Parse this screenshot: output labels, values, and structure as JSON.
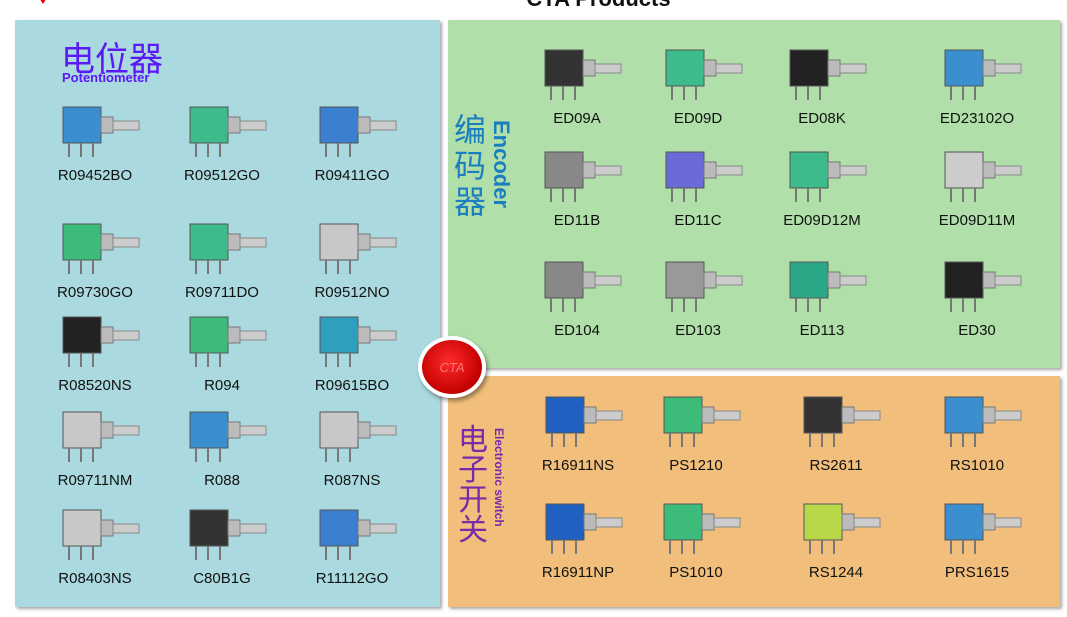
{
  "header": {
    "title": "CTA Products"
  },
  "logo": {
    "text": "CTA"
  },
  "potentiometer": {
    "title_cn": "电位器",
    "title_en": "Potentiometer",
    "color": "#5a19f5",
    "items": [
      "R09452BO",
      "R09512GO",
      "R09411GO",
      "R09730GO",
      "R09711DO",
      "R09512NO",
      "R08520NS",
      "R094",
      "R09615BO",
      "R09711NM",
      "R088",
      "R087NS",
      "R08403NS",
      "C80B1G",
      "R11112GO"
    ]
  },
  "encoder": {
    "title_cn": "编码器",
    "title_en": "Encoder",
    "color": "#1b7fbf",
    "items": [
      "ED09A",
      "ED09D",
      "ED08K",
      "ED23102O",
      "ED11B",
      "ED11C",
      "ED09D12M",
      "ED09D11M",
      "ED104",
      "ED103",
      "ED113",
      "ED30"
    ]
  },
  "switch": {
    "title_cn": "电子开关",
    "title_en": "Electronic switch",
    "color": "#7a2aa8",
    "items": [
      "R16911NS",
      "PS1210",
      "RS2611",
      "RS1010",
      "R16911NP",
      "PS1010",
      "RS1244",
      "PRS1615"
    ]
  }
}
